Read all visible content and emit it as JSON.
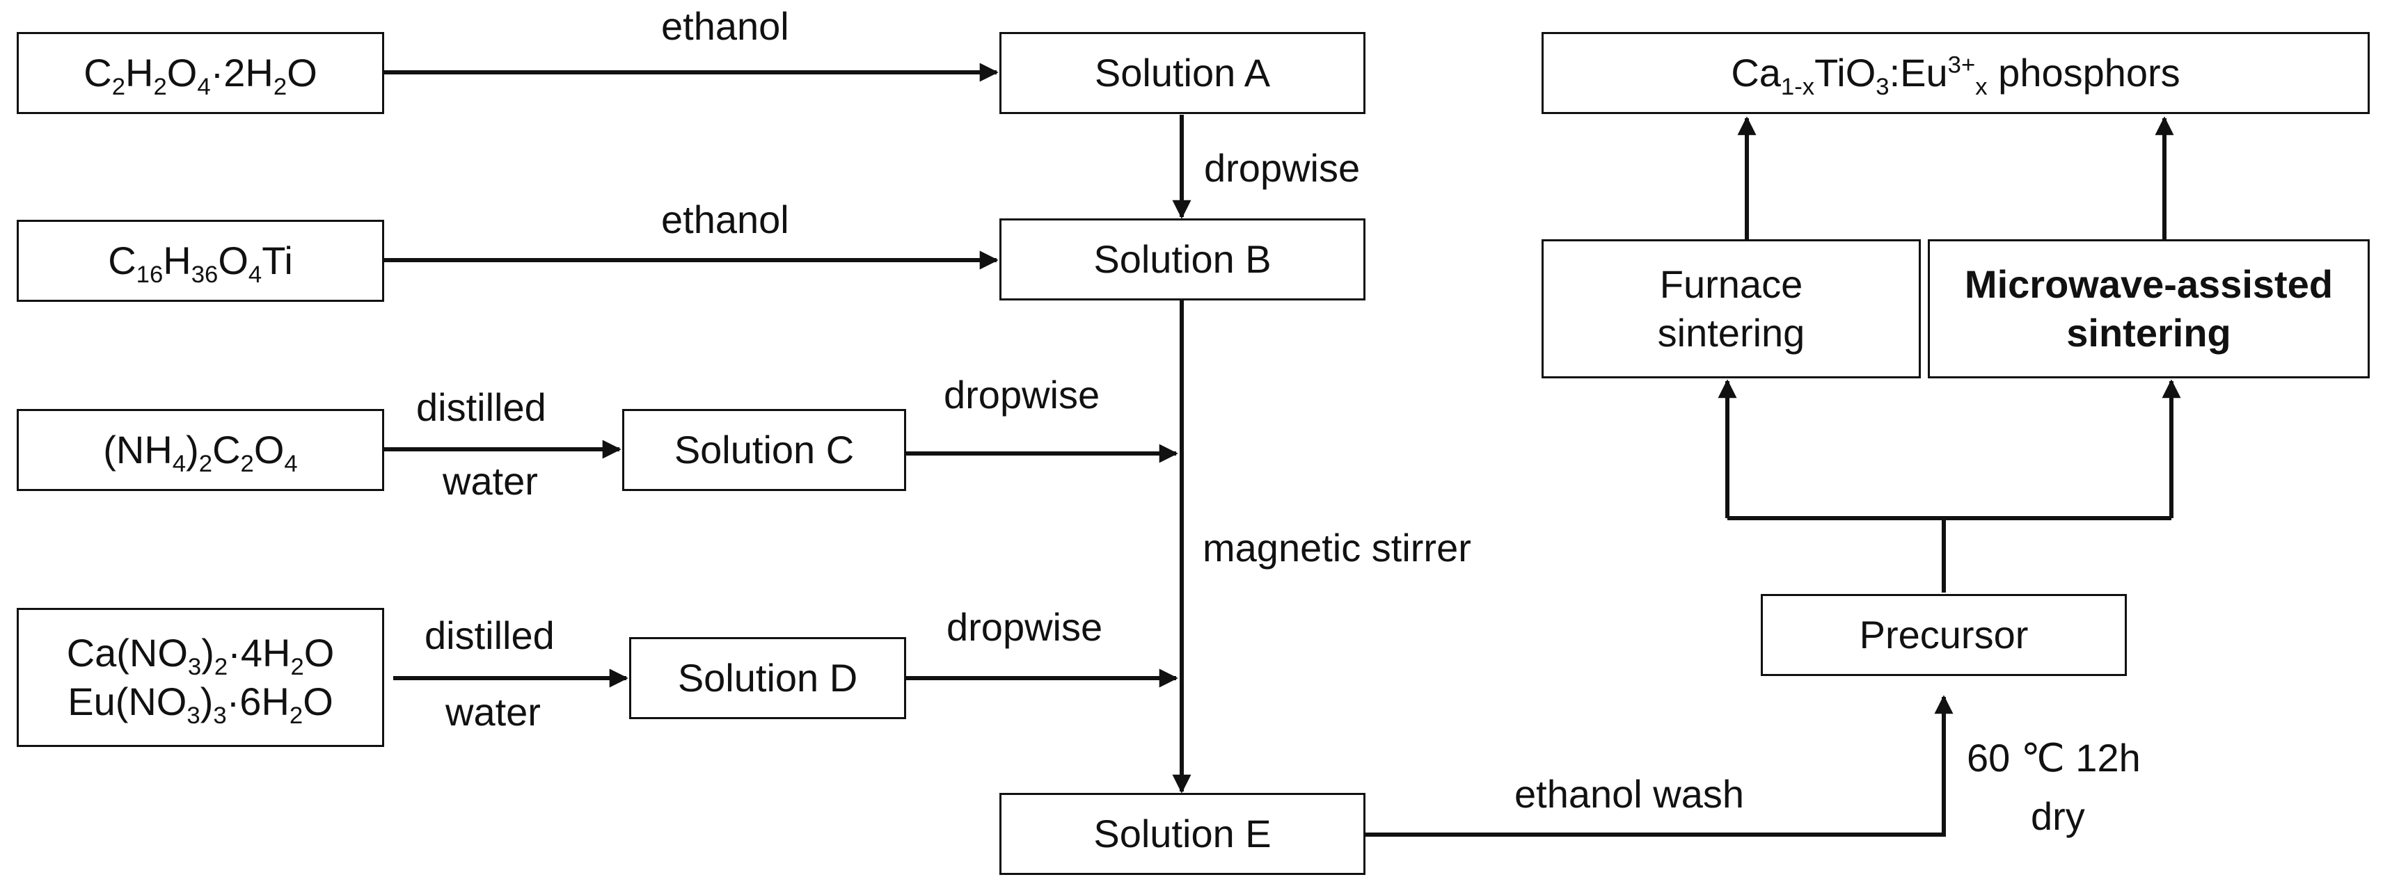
{
  "reagents": {
    "oxalic_acid": [
      "C",
      "2",
      "H",
      "2",
      "O",
      "4",
      "·2H",
      "2",
      "O"
    ],
    "titanium_butoxide": [
      "C",
      "16",
      "H",
      "36",
      "O",
      "4",
      "Ti"
    ],
    "ammonium_oxalate": [
      "(NH",
      "4",
      ")",
      "2",
      "C",
      "2",
      "O",
      "4"
    ],
    "calcium_nitrate": [
      "Ca(NO",
      "3",
      ")",
      "2",
      "·4H",
      "2",
      "O"
    ],
    "europium_nitrate": [
      "Eu(NO",
      "3",
      ")",
      "3",
      "·6H",
      "2",
      "O"
    ]
  },
  "solutions": {
    "a": "Solution A",
    "b": "Solution B",
    "c": "Solution C",
    "d": "Solution D",
    "e": "Solution E"
  },
  "product": {
    "parts": [
      "Ca",
      "1-x",
      "TiO",
      "3",
      ":Eu",
      "3+",
      "x",
      " phosphors"
    ]
  },
  "sintering": {
    "furnace_line1": "Furnace",
    "furnace_line2": "sintering",
    "microwave_line1": "Microwave-assisted",
    "microwave_line2": "sintering"
  },
  "precursor": "Precursor",
  "edge_labels": {
    "ethanol_1": "ethanol",
    "ethanol_2": "ethanol",
    "dropwise_ab": "dropwise",
    "distilled_1": "distilled",
    "water_1": "water",
    "distilled_2": "distilled",
    "water_2": "water",
    "dropwise_c": "dropwise",
    "dropwise_d": "dropwise",
    "magnetic_stirrer": "magnetic stirrer",
    "ethanol_wash": "ethanol wash",
    "dry_line1": "60 ℃ 12h",
    "dry_line2": "dry"
  }
}
